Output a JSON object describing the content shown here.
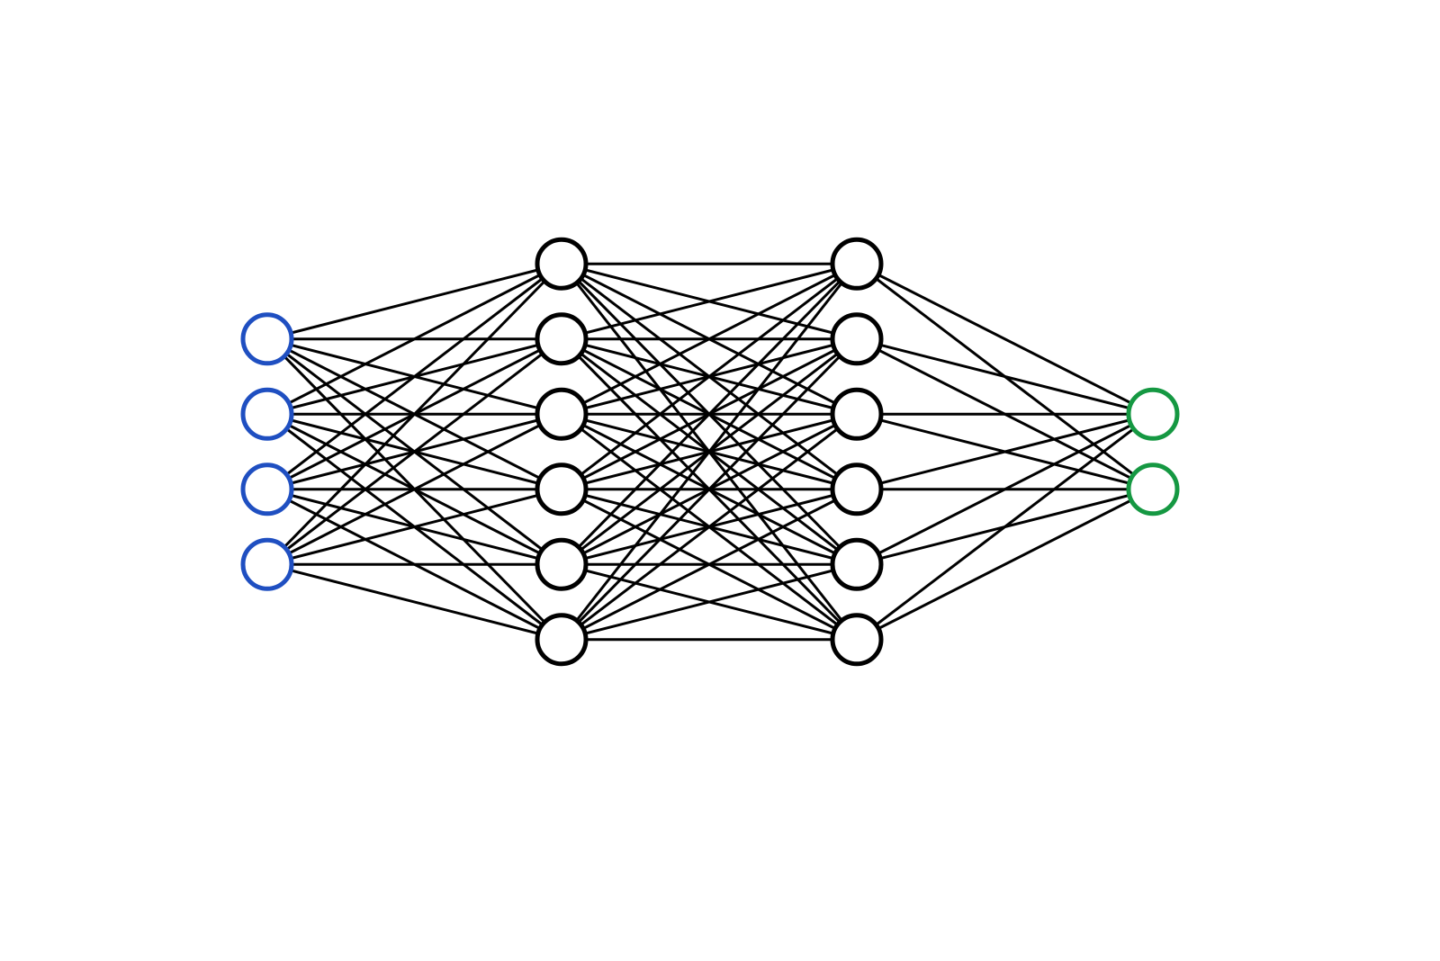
{
  "diagram": {
    "type": "fully-connected-neural-network",
    "layers": [
      {
        "name": "input",
        "node_count": 4,
        "color": "#1f4fc1"
      },
      {
        "name": "hidden-1",
        "node_count": 6,
        "color": "#000000"
      },
      {
        "name": "hidden-2",
        "node_count": 6,
        "color": "#000000"
      },
      {
        "name": "output",
        "node_count": 2,
        "color": "#159842"
      }
    ],
    "edge_color": "#000000",
    "node_fill": "#ffffff",
    "connectivity": "fully-connected"
  }
}
